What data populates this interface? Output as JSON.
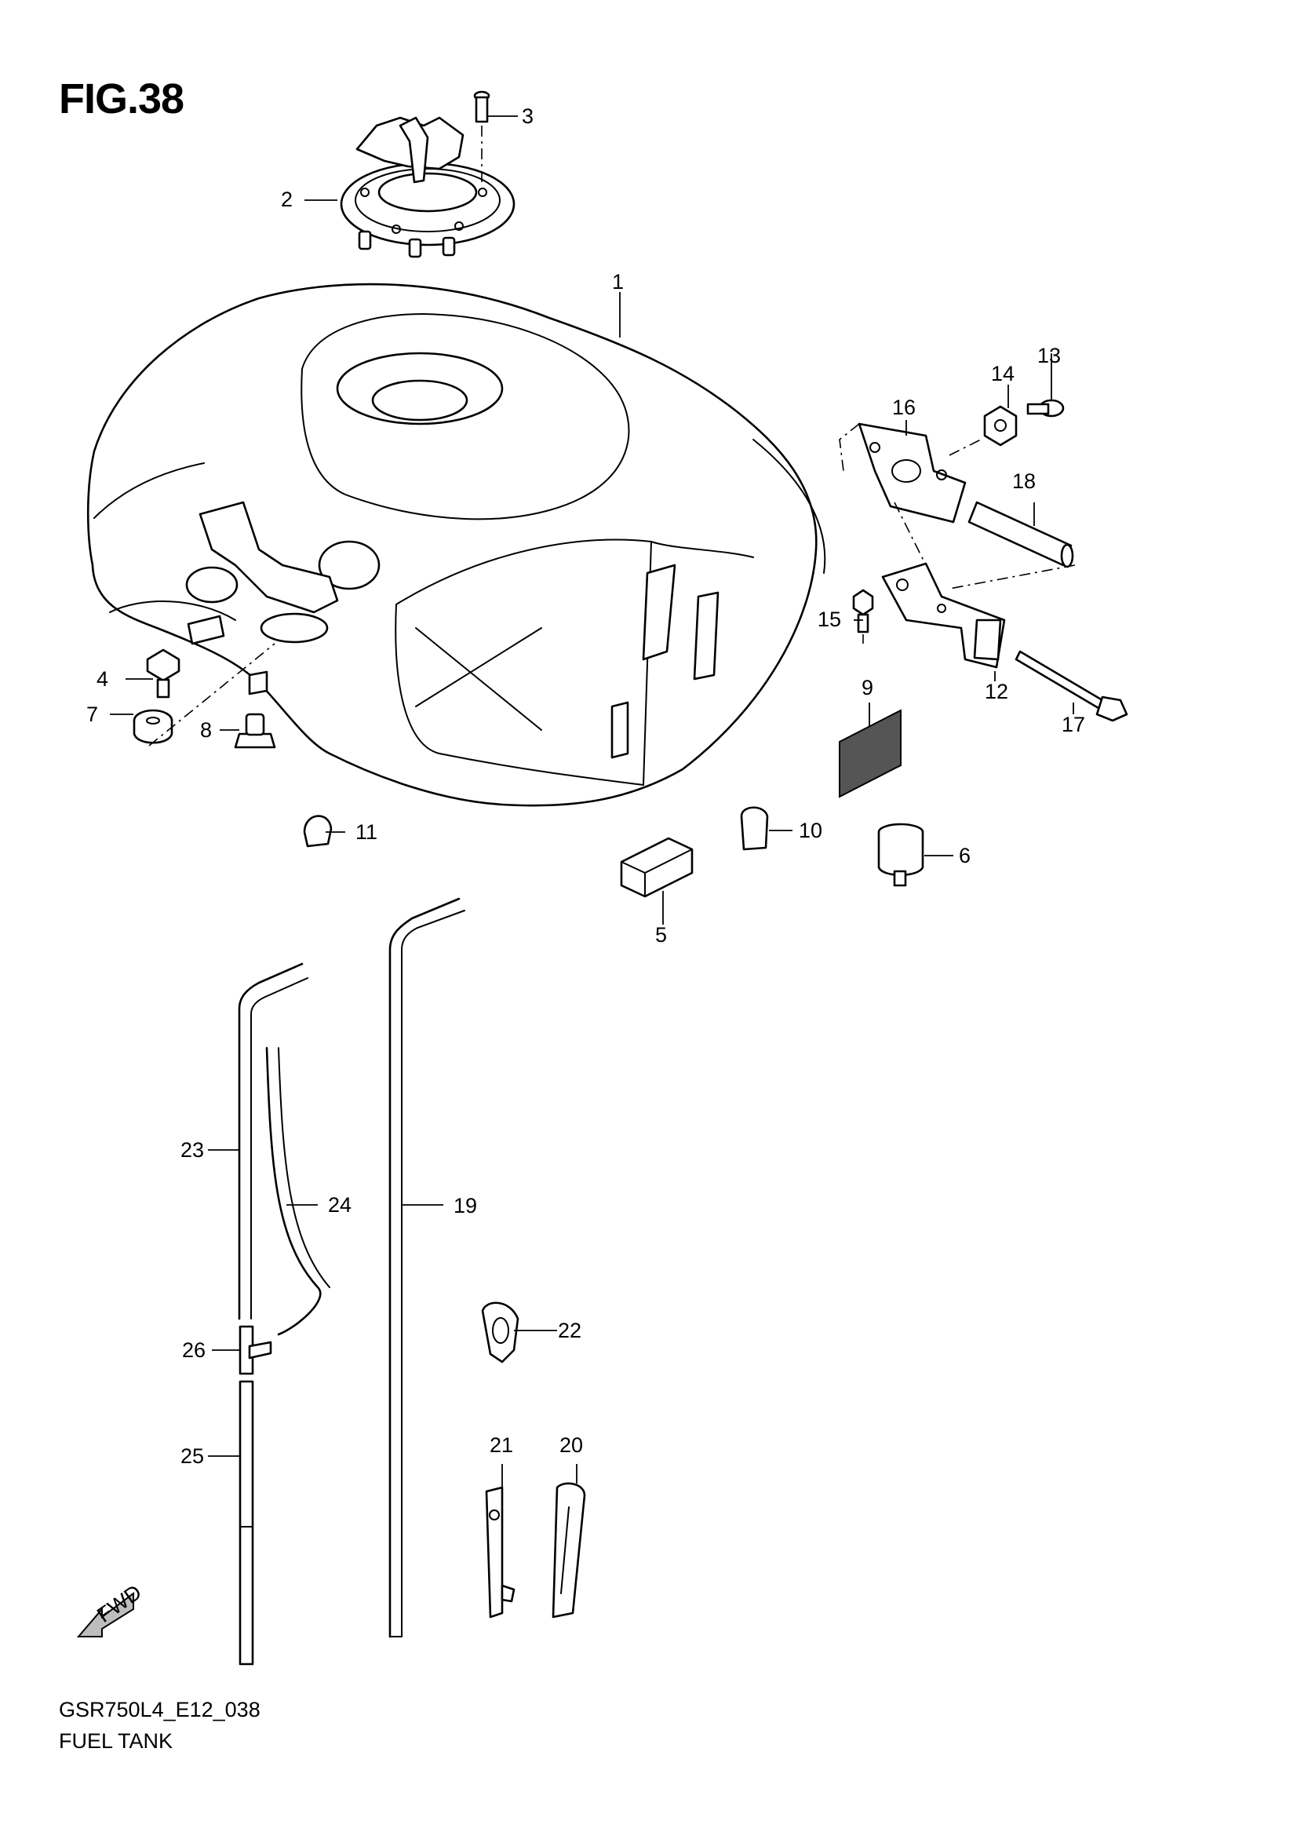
{
  "figure": {
    "title": "FIG.38",
    "code": "GSR750L4_E12_038",
    "name": "FUEL TANK",
    "fwd_label": "FWD"
  },
  "callouts": {
    "p1": "1",
    "p2": "2",
    "p3": "3",
    "p4": "4",
    "p5": "5",
    "p6": "6",
    "p7": "7",
    "p8": "8",
    "p9": "9",
    "p10": "10",
    "p11": "11",
    "p12": "12",
    "p13": "13",
    "p14": "14",
    "p15": "15",
    "p16": "16",
    "p17": "17",
    "p18": "18",
    "p19": "19",
    "p20": "20",
    "p21": "21",
    "p22": "22",
    "p23": "23",
    "p24": "24",
    "p25": "25",
    "p26": "26"
  }
}
